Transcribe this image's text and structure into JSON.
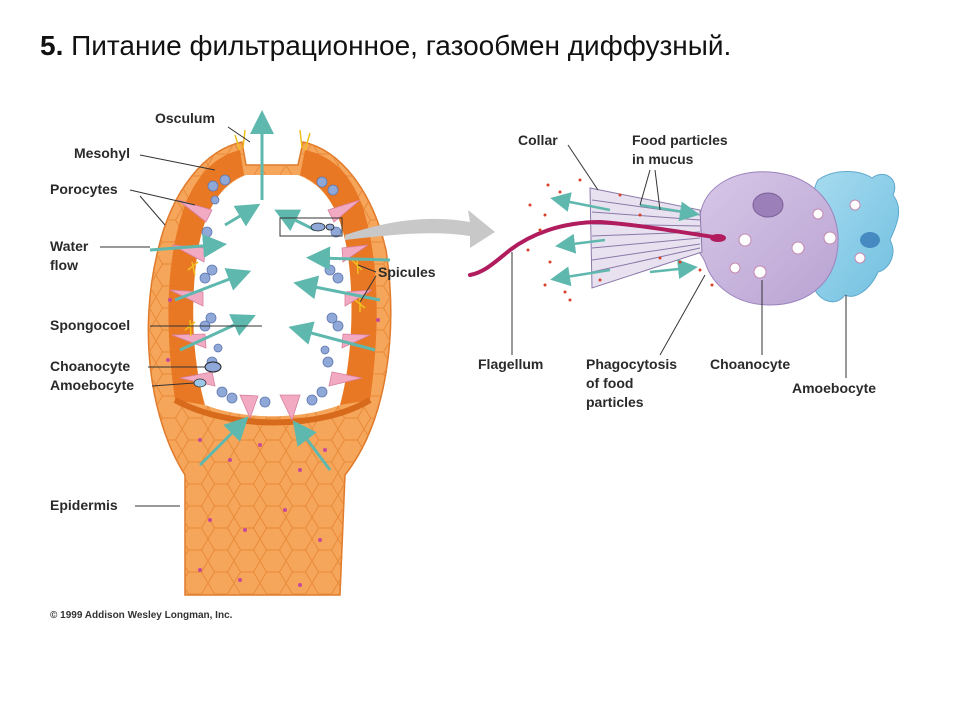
{
  "heading": {
    "number": "5.",
    "text": "Питание фильтрационное, газообмен диффузный."
  },
  "sponge_labels": {
    "osculum": "Osculum",
    "mesohyl": "Mesohyl",
    "porocytes": "Porocytes",
    "water_flow_1": "Water",
    "water_flow_2": "flow",
    "spicules": "Spicules",
    "spongocoel": "Spongocoel",
    "choanocyte": "Choanocyte",
    "amoebocyte": "Amoebocyte",
    "epidermis": "Epidermis"
  },
  "cell_labels": {
    "collar": "Collar",
    "food_particles_1": "Food particles",
    "food_particles_2": "in mucus",
    "flagellum": "Flagellum",
    "phagocytosis_1": "Phagocytosis",
    "phagocytosis_2": "of food",
    "phagocytosis_3": "particles",
    "choanocyte": "Choanocyte",
    "amoebocyte": "Amoebocyte"
  },
  "copyright": "© 1999 Addison Wesley Longman, Inc.",
  "colors": {
    "body_orange": "#f5a255",
    "body_light": "#fbc585",
    "mesohyl": "#e8731f",
    "inner_cavity": "#ffffff",
    "choanocyte_blue": "#8fa8d8",
    "porocyte_pink": "#f2a9c2",
    "flow_arrow": "#5fb8ae",
    "cell_lilac": "#c9b6dc",
    "amoebocyte_blue": "#8ecfe8",
    "flagellum": "#b01c5e",
    "pointer_grey": "#c8c8c8"
  }
}
